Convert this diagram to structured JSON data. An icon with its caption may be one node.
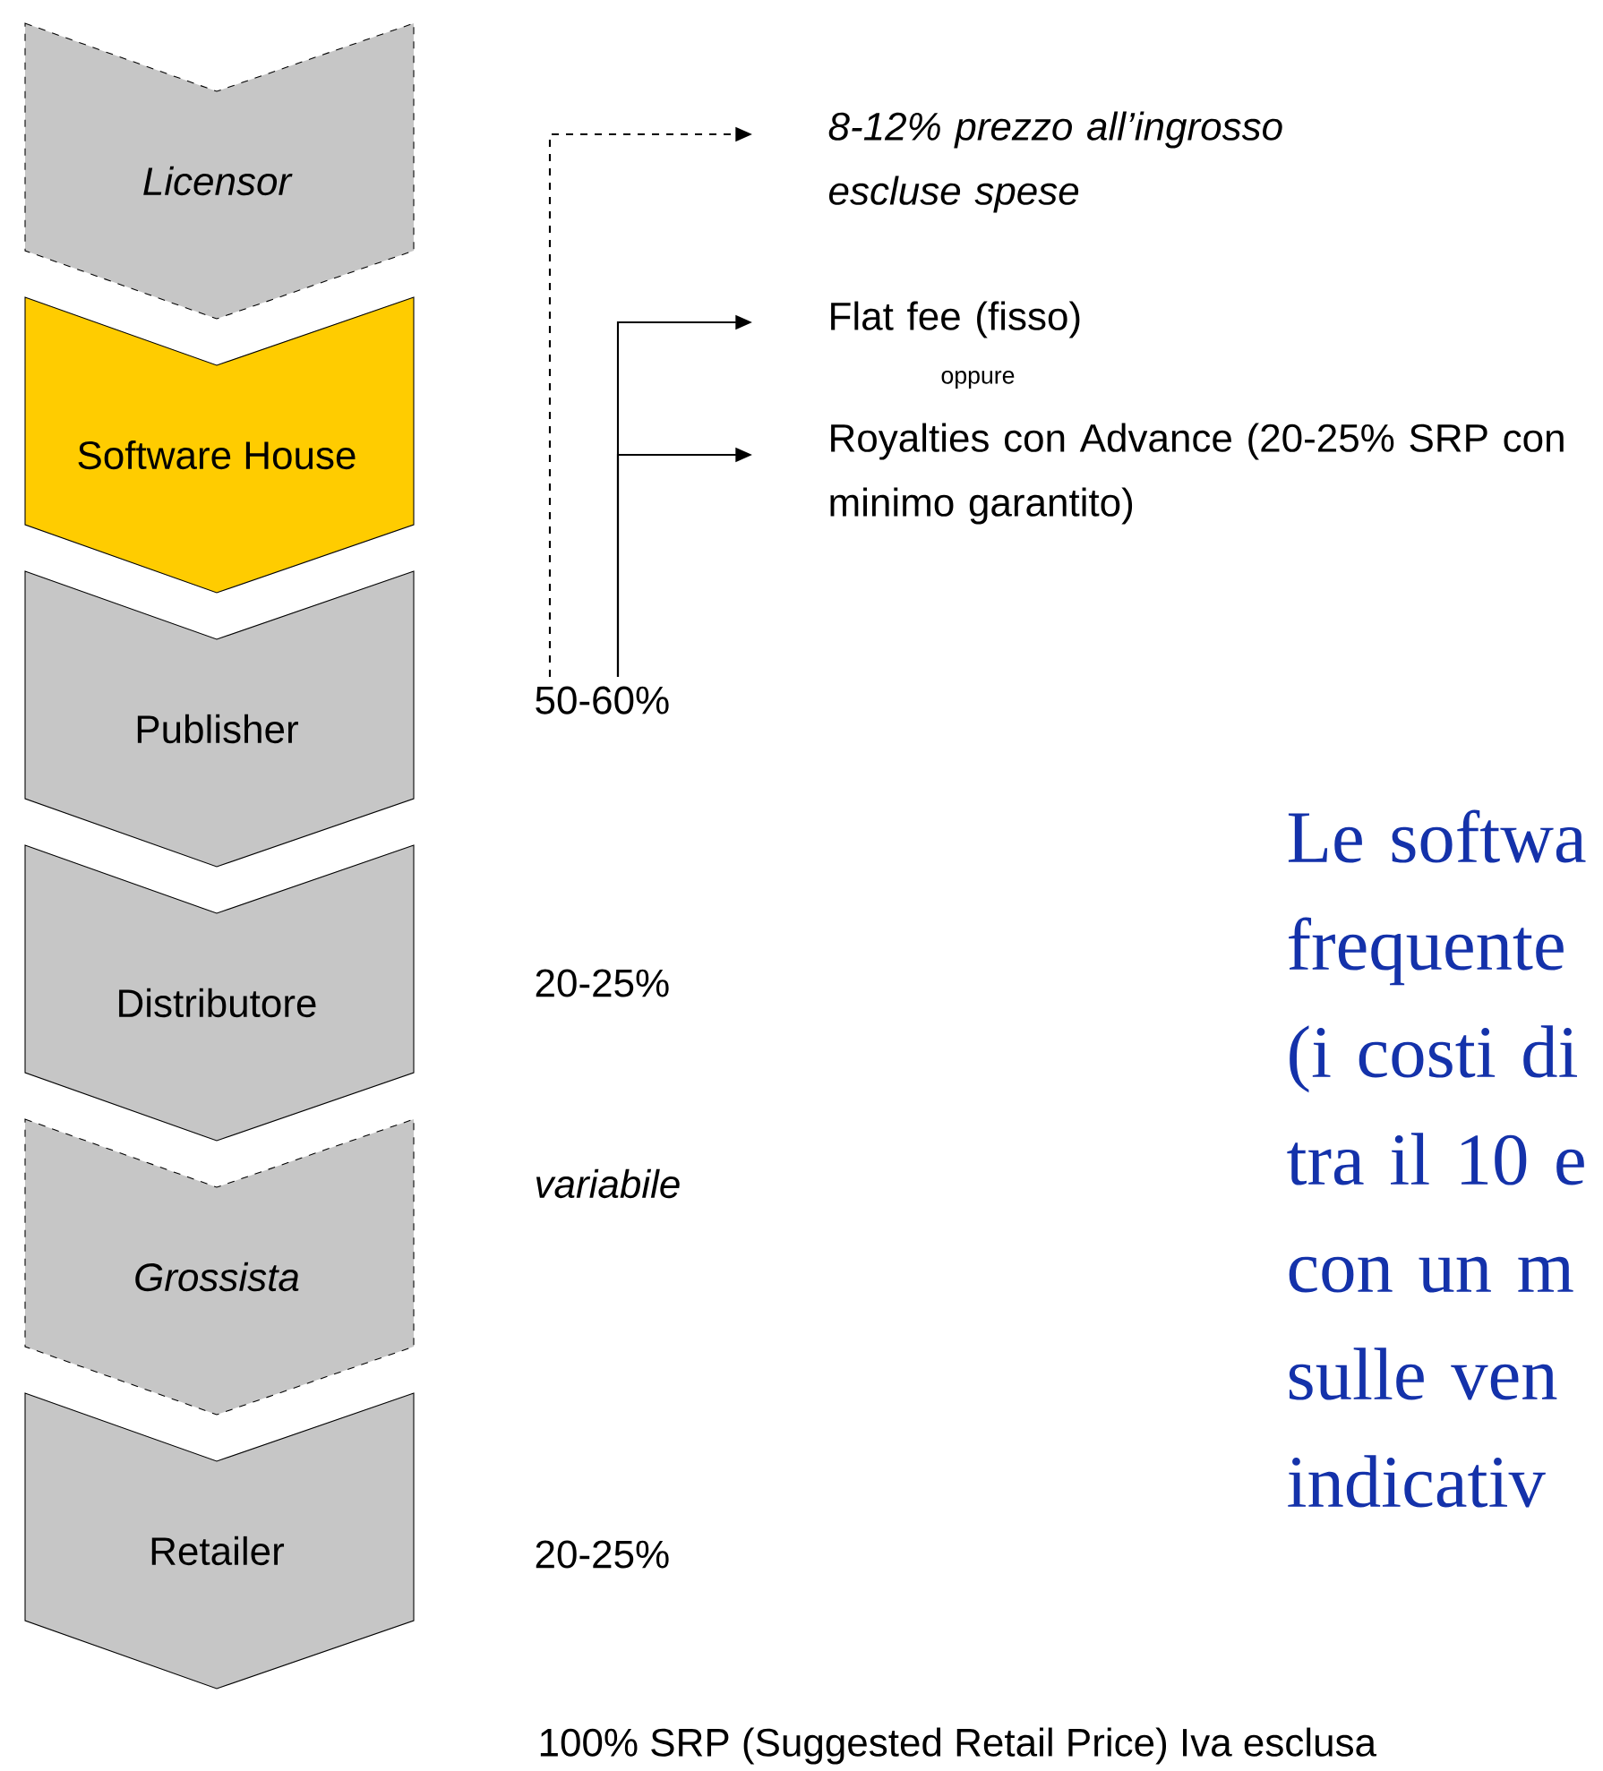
{
  "diagram": {
    "nodes": [
      {
        "text": [
          "Licensor"
        ]
      },
      {
        "text": [
          "Software House"
        ]
      },
      {
        "text": [
          "Publisher"
        ]
      },
      {
        "text": [
          "Distributore"
        ]
      },
      {
        "text": [
          "Grossista"
        ]
      },
      {
        "text": [
          "Retailer"
        ]
      },
      {
        "text": [
          "8-12% prezzo all’ingrosso escluse spese"
        ]
      },
      {
        "text": [
          "Flat fee (fisso)"
        ]
      },
      {
        "text": [
          "Royalties con Advance (20-25% SRP con minimo garantito)"
        ]
      },
      {
        "text": [
          "50-60%"
        ]
      }
    ],
    "edges": [
      {
        "from": 9,
        "to": 6,
        "arrow": "to",
        "style": "dashed"
      },
      {
        "from": 9,
        "to": 7,
        "arrow": "to"
      },
      {
        "from": 9,
        "to": 8,
        "arrow": "to"
      }
    ],
    "labels": [
      "oppure",
      "20-25%",
      "variabile",
      "20-25%",
      "100% SRP (Suggested Retail Price) Iva esclusa",
      "Le softwa frequente (i costi di tra il 10 e con un m sulle ven indicativ"
    ]
  }
}
